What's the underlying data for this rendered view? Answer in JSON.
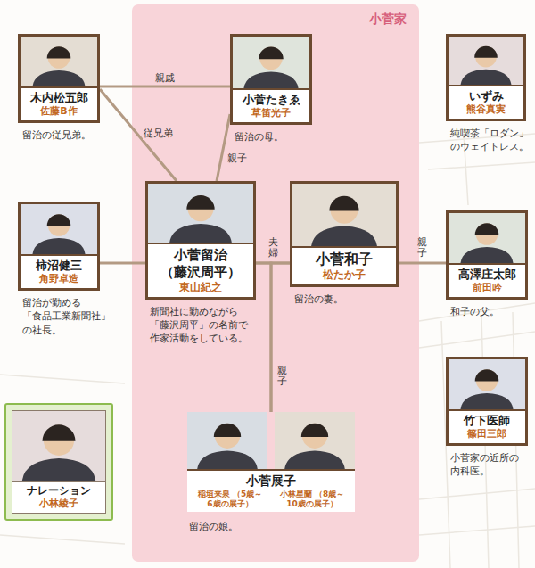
{
  "diagram": {
    "nodes": [
      {
        "text": [
          "小菅家"
        ]
      },
      {
        "text": [
          "木内松五郎",
          "佐藤B作",
          "留治の従兄弟。"
        ]
      },
      {
        "text": [
          "小菅たきゑ",
          "草笛光子",
          "留治の母。"
        ],
        "in": 0
      },
      {
        "text": [
          "いずみ",
          "熊谷真実",
          "純喫茶「ロダン」 のウェイトレス。"
        ]
      },
      {
        "text": [
          "柿沼健三",
          "角野卓造",
          "留治が勤める 「食品工業新聞社」 の社長。"
        ]
      },
      {
        "text": [
          "小菅留治 （藤沢周平）",
          "東山紀之",
          "新聞社に勤めながら 「藤沢周平」の名前で 作家活動をしている。"
        ],
        "in": 0
      },
      {
        "text": [
          "小菅和子",
          "松たか子",
          "留治の妻。"
        ],
        "in": 0
      },
      {
        "text": [
          "高澤庄太郎",
          "前田吟",
          "和子の父。"
        ]
      },
      {
        "text": [
          "ナレーション",
          "小林綾子"
        ]
      },
      {
        "text": [
          "竹下医師",
          "篠田三郎",
          "小菅家の近所の 内科医。"
        ]
      },
      {
        "text": [
          "小菅展子",
          "稲垣来泉 （5歳～6歳の展子）",
          "小林星蘭 （8歳～10歳の展子）",
          "留治の娘。"
        ],
        "in": 0
      }
    ],
    "edges": [
      {
        "from": 1,
        "to": 2,
        "arrow": "none",
        "label": "親戚"
      },
      {
        "from": 1,
        "to": 5,
        "arrow": "none",
        "label": "従兄弟"
      },
      {
        "from": 2,
        "to": 5,
        "arrow": "none",
        "label": "親子"
      },
      {
        "from": 4,
        "to": 5,
        "arrow": "none"
      },
      {
        "from": 5,
        "to": 6,
        "arrow": "none",
        "label": "夫婦"
      },
      {
        "from": 6,
        "to": 7,
        "arrow": "none",
        "label": "親子"
      },
      {
        "from": 5,
        "to": 10,
        "arrow": "none",
        "label": "親子"
      },
      {
        "from": 6,
        "to": 10,
        "arrow": "none"
      }
    ]
  }
}
